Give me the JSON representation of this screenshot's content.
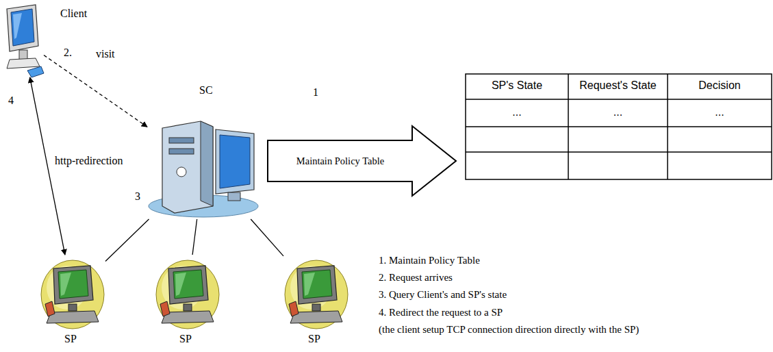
{
  "diagram": {
    "nodes": [
      {
        "text": [
          "Client"
        ]
      },
      {
        "text": [
          "SC"
        ]
      },
      {
        "text": [
          "Maintain Policy Table"
        ]
      },
      {
        "text": [
          "SP"
        ]
      },
      {
        "text": [
          "SP"
        ]
      },
      {
        "text": [
          "SP"
        ]
      }
    ],
    "edges": [
      {
        "from": 0,
        "to": 1,
        "arrow": "to",
        "label": "visit"
      },
      {
        "from": 0,
        "to": 3,
        "arrow": "both",
        "label": "http-redirection"
      },
      {
        "from": 1,
        "to": 3,
        "arrow": "none"
      },
      {
        "from": 1,
        "to": 4,
        "arrow": "none"
      },
      {
        "from": 1,
        "to": 5,
        "arrow": "none"
      }
    ],
    "labels": [
      "1",
      "2.",
      "4",
      "3",
      "SP's State",
      "Request's State",
      "Decision",
      "...",
      "...",
      "...",
      "1. Maintain Policy Table",
      "2. Request arrives",
      "3. Query Client's and SP's state",
      "4. Redirect the request to a SP",
      "(the client setup TCP connection direction directly with the SP)"
    ]
  }
}
